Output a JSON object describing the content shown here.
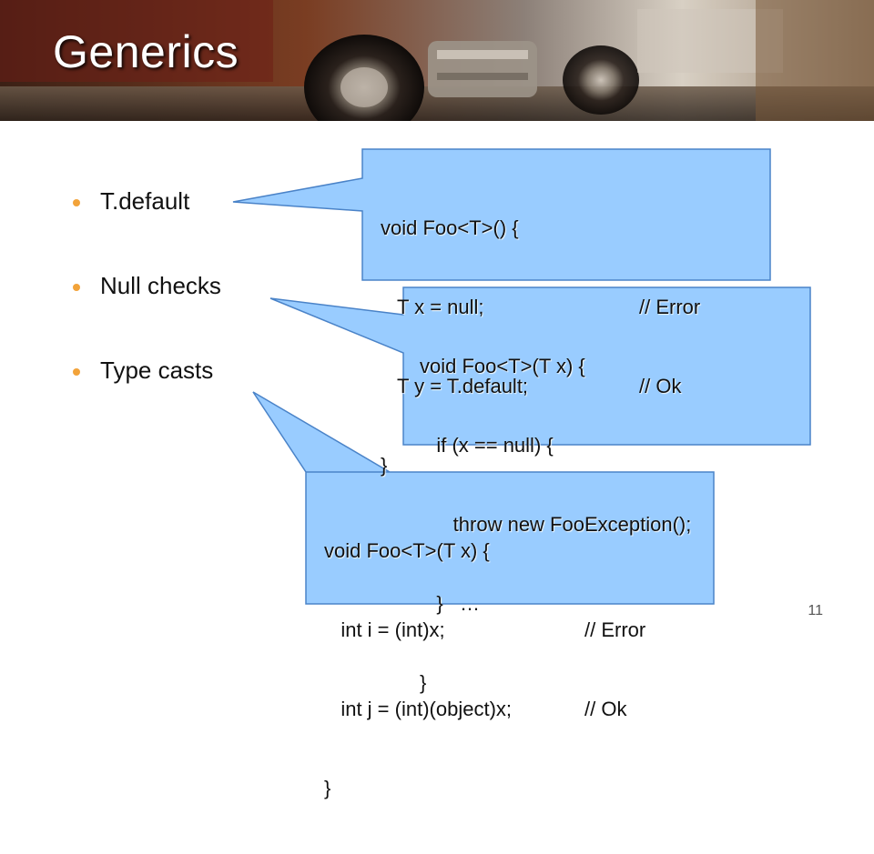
{
  "slide": {
    "title": "Generics",
    "page_number": "11",
    "bullets": [
      {
        "label": "T.default"
      },
      {
        "label": "Null checks"
      },
      {
        "label": "Type casts"
      }
    ],
    "colors": {
      "callout_fill": "#99ccff",
      "callout_border": "#4a83c8",
      "bullet_accent": "#f2a33a",
      "text": "#111111"
    },
    "callouts": [
      {
        "lines": [
          {
            "code": "void Foo<T>() {",
            "comment": ""
          },
          {
            "code": "   T x = null;",
            "comment": "// Error"
          },
          {
            "code": "   T y = T.default;",
            "comment": "// Ok"
          },
          {
            "code": "}",
            "comment": ""
          }
        ]
      },
      {
        "lines": [
          {
            "code": "void Foo<T>(T x) {",
            "comment": ""
          },
          {
            "code": "   if (x == null) {",
            "comment": ""
          },
          {
            "code": "      throw new FooException();",
            "comment": ""
          },
          {
            "code": "   }   …",
            "comment": ""
          },
          {
            "code": "}",
            "comment": ""
          }
        ]
      },
      {
        "lines": [
          {
            "code": "void Foo<T>(T x) {",
            "comment": ""
          },
          {
            "code": "   int i = (int)x;",
            "comment": "// Error"
          },
          {
            "code": "   int j = (int)(object)x;",
            "comment": "// Ok"
          },
          {
            "code": "}",
            "comment": ""
          }
        ]
      }
    ]
  }
}
